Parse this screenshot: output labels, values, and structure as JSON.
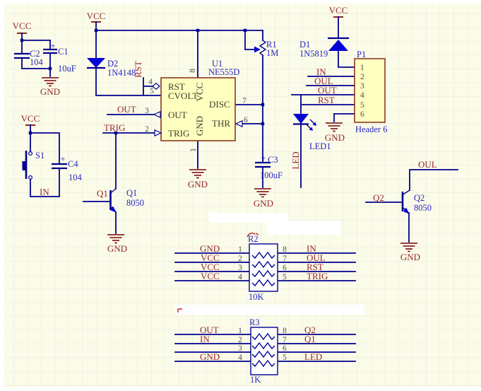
{
  "labels": {
    "vcc": "VCC",
    "gnd": "GND",
    "in": "IN",
    "out": "OUT",
    "oul": "OUL",
    "rst": "RST",
    "trig": "TRIG",
    "led": "LED",
    "q1": "Q1",
    "q2": "Q2",
    "plus": "+"
  },
  "components": {
    "c1": {
      "ref": "C1",
      "value": "10uF"
    },
    "c2": {
      "ref": "C2",
      "value": "104"
    },
    "c3": {
      "ref": "C3",
      "value": "100uF"
    },
    "c4": {
      "ref": "C4",
      "value": "104"
    },
    "d1": {
      "ref": "D1",
      "value": "1N5819"
    },
    "d2": {
      "ref": "D2",
      "value": "1N4148"
    },
    "r1": {
      "ref": "R1",
      "value": "1M"
    },
    "s1": {
      "ref": "S1"
    },
    "led1": {
      "ref": "LED1"
    },
    "q1": {
      "ref": "Q1",
      "value": "8050"
    },
    "q2": {
      "ref": "Q2",
      "value": "8050"
    },
    "u1": {
      "ref": "U1",
      "part": "NE555D",
      "pins": {
        "rst": {
          "num": "4",
          "name": "RST"
        },
        "cvolt": {
          "num": "5",
          "name": "CVOLT"
        },
        "out": {
          "num": "3",
          "name": "OUT"
        },
        "trig": {
          "num": "2",
          "name": "TRIG"
        },
        "disc": {
          "num": "7",
          "name": "DISC"
        },
        "thr": {
          "num": "6",
          "name": "THR"
        },
        "vcc": {
          "num": "8",
          "name": "VCC"
        },
        "gnd": {
          "num": "1",
          "name": "GND"
        }
      }
    },
    "p1": {
      "ref": "P1",
      "part": "Header 6",
      "pins": [
        "1",
        "2",
        "3",
        "4",
        "5",
        "6"
      ]
    },
    "r2": {
      "ref": "R2",
      "value": "10K",
      "left": [
        {
          "num": "1",
          "net": "GND"
        },
        {
          "num": "2",
          "net": "VCC"
        },
        {
          "num": "3",
          "net": "VCC"
        },
        {
          "num": "4",
          "net": "VCC"
        }
      ],
      "right": [
        {
          "num": "8",
          "net": "IN"
        },
        {
          "num": "7",
          "net": "OUL"
        },
        {
          "num": "6",
          "net": "RST"
        },
        {
          "num": "5",
          "net": "TRIG"
        }
      ]
    },
    "r3": {
      "ref": "R3",
      "value": "1K",
      "left": [
        {
          "num": "1",
          "net": "OUT"
        },
        {
          "num": "2",
          "net": "IN"
        },
        {
          "num": "3",
          "net": ""
        },
        {
          "num": "4",
          "net": "GND"
        }
      ],
      "right": [
        {
          "num": "8",
          "net": "Q2"
        },
        {
          "num": "7",
          "net": "Q1"
        },
        {
          "num": "6",
          "net": ""
        },
        {
          "num": "5",
          "net": "LED"
        }
      ]
    }
  },
  "colors": {
    "wire": "#000090",
    "net_label": "#962828",
    "designator": "#2828c0",
    "part_fill": "#ffffc0",
    "part_border": "#8a3a20",
    "device_blue": "#0202d6",
    "power": "#8a2626",
    "background": "#fbfbe9",
    "grid_line": "#e8e8d9"
  }
}
